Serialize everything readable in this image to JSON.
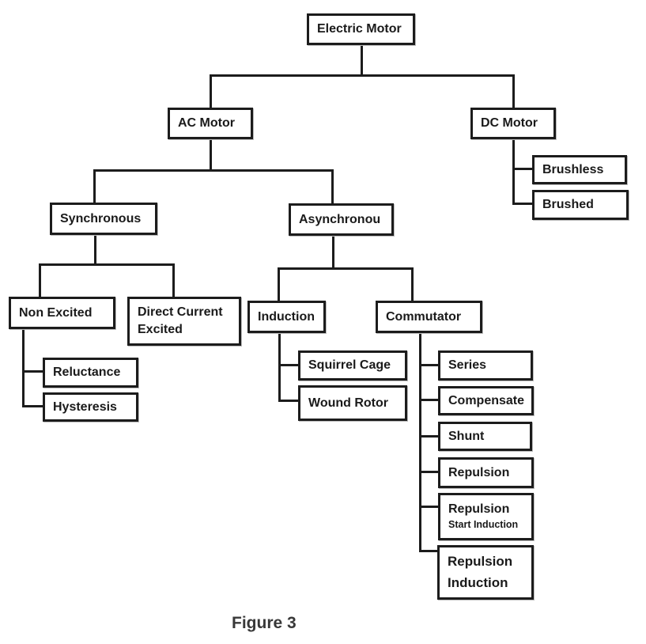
{
  "caption": "Figure 3",
  "nodes": {
    "electric_motor": "Electric Motor",
    "ac_motor": "AC Motor",
    "dc_motor": "DC Motor",
    "brushless": "Brushless",
    "brushed": "Brushed",
    "synchronous": "Synchronous",
    "asynchronous": "Asynchronou",
    "non_excited": "Non Excited",
    "direct_current_excited": "Direct Current Excited",
    "reluctance": "Reluctance",
    "hysteresis": "Hysteresis",
    "induction": "Induction",
    "commutator": "Commutator",
    "squirrel_cage": "Squirrel Cage",
    "wound_rotor": "Wound Rotor",
    "series": "Series",
    "compensate": "Compensate",
    "shunt": "Shunt",
    "repulsion": "Repulsion",
    "repulsion_start_line1": "Repulsion",
    "repulsion_start_line2": "Start Induction",
    "repulsion_induction_line1": "Repulsion",
    "repulsion_induction_line2": "Induction"
  },
  "hierarchy": {
    "Electric Motor": [
      "AC Motor",
      "DC Motor"
    ],
    "AC Motor": [
      "Synchronous",
      "Asynchronou"
    ],
    "DC Motor": [
      "Brushless",
      "Brushed"
    ],
    "Synchronous": [
      "Non Excited",
      "Direct Current Excited"
    ],
    "Asynchronou": [
      "Induction",
      "Commutator"
    ],
    "Non Excited": [
      "Reluctance",
      "Hysteresis"
    ],
    "Induction": [
      "Squirrel Cage",
      "Wound Rotor"
    ],
    "Commutator": [
      "Series",
      "Compensate",
      "Shunt",
      "Repulsion",
      "Repulsion Start Induction",
      "Repulsion Induction"
    ]
  },
  "colors": {
    "line": "#1c1c1c",
    "border": "#1c1c1c",
    "text": "#1a1a1a",
    "background": "#ffffff"
  }
}
